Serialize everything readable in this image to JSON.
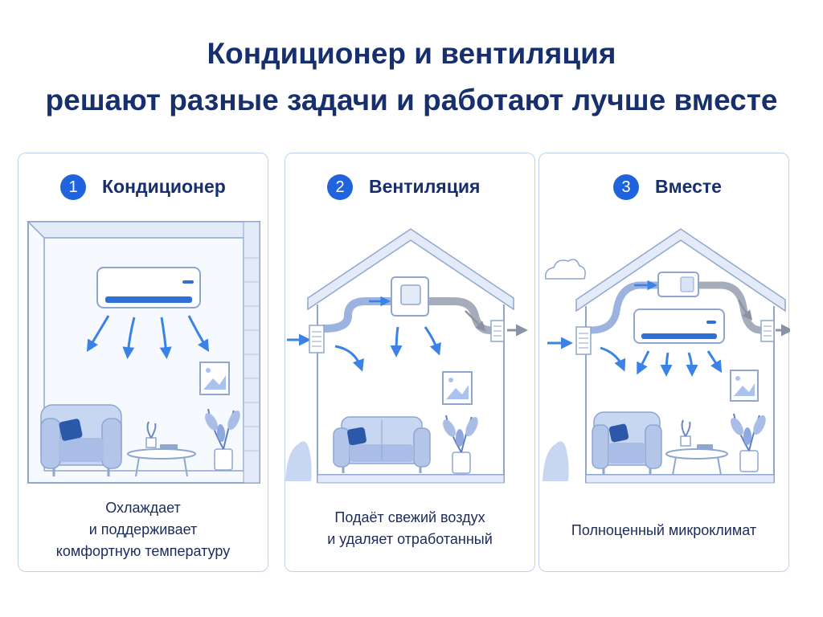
{
  "title": {
    "line1": "Кондиционер и вентиляция",
    "line2": "решают разные задачи и работают лучше вместе"
  },
  "cards": [
    {
      "number": "1",
      "title": "Кондиционер",
      "caption": [
        "Охлаждает",
        "и поддерживает",
        "комфортную температуру"
      ]
    },
    {
      "number": "2",
      "title": "Вентиляция",
      "caption": [
        "Подаёт свежий воздух",
        "и удаляет отработанный"
      ]
    },
    {
      "number": "3",
      "title": "Вместе",
      "caption": [
        "Полноценный микроклимат"
      ]
    }
  ],
  "colors": {
    "accent": "#1f63dd",
    "title": "#17306d",
    "line": "#8fa6cf",
    "fill": "#d8e3f5",
    "furniture": "#a9bde6",
    "airflow": "#3b82e6",
    "exhaust": "#8a93a3"
  }
}
